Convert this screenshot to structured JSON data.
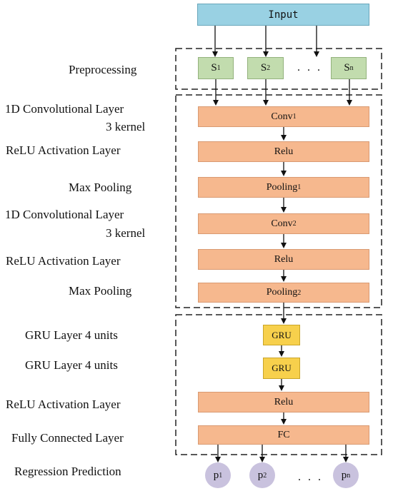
{
  "input": "Input",
  "inputs": [
    {
      "label": "S",
      "sub": "1"
    },
    {
      "label": "S",
      "sub": "2"
    },
    {
      "label": "S",
      "sub": "n"
    }
  ],
  "ellipsis": ". . .",
  "left_labels": {
    "preprocessing": "Preprocessing",
    "conv1_a": "1D Convolutional Layer",
    "conv1_b": "3 kernel",
    "relu1": "ReLU Activation Layer",
    "pool1": "Max Pooling",
    "conv2_a": "1D Convolutional Layer",
    "conv2_b": "3 kernel",
    "relu2": "ReLU Activation Layer",
    "pool2": "Max Pooling",
    "gru1": "GRU Layer 4 units",
    "gru2": "GRU Layer 4 units",
    "relu3": "ReLU Activation Layer",
    "fc": "Fully Connected Layer",
    "prediction": "Regression Prediction"
  },
  "blocks": {
    "conv1": {
      "label": "Conv",
      "sub": "1"
    },
    "relu1": {
      "label": "Relu"
    },
    "pool1": {
      "label": "Pooling",
      "sub": "1"
    },
    "conv2": {
      "label": "Conv",
      "sub": "2"
    },
    "relu2": {
      "label": "Relu"
    },
    "pool2": {
      "label": "Pooling",
      "sub": "2"
    },
    "gru1": {
      "label": "GRU"
    },
    "gru2": {
      "label": "GRU"
    },
    "relu3": {
      "label": "Relu"
    },
    "fc": {
      "label": "FC"
    }
  },
  "outputs": [
    {
      "label": "p",
      "sub": "1"
    },
    {
      "label": "p",
      "sub": "2"
    },
    {
      "label": "p",
      "sub": "n"
    }
  ],
  "colors": {
    "input": "#99d1e3",
    "preprocess": "#c2dcae",
    "layer": "#f6b88e",
    "gru": "#f7d04c",
    "output": "#c9c2de"
  }
}
